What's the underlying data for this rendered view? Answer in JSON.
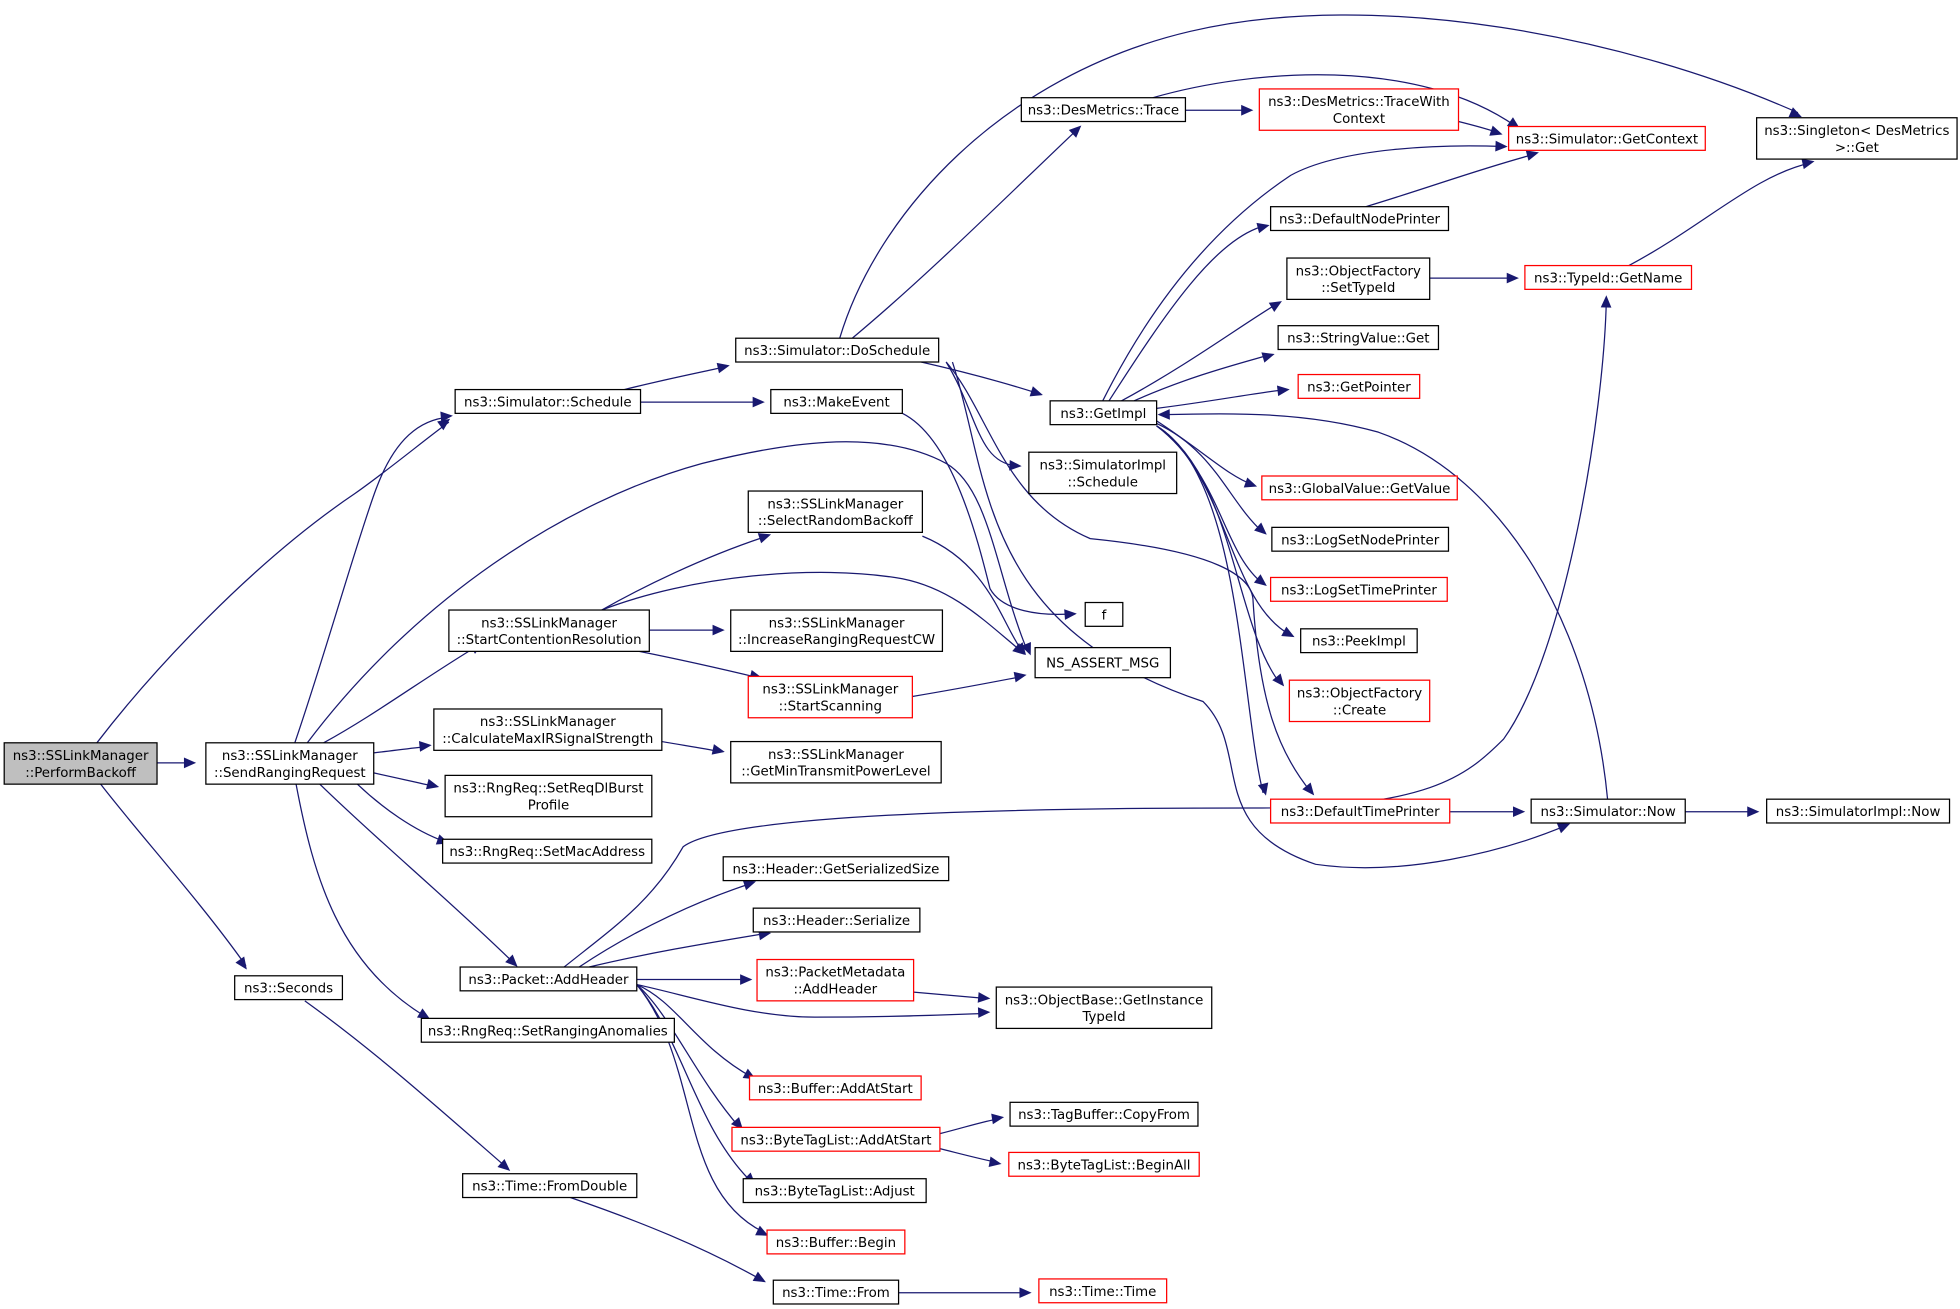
{
  "nodes": [
    {
      "id": "perform_backoff",
      "lines": [
        "ns3::SSLinkManager",
        "::PerformBackoff"
      ],
      "style": "root"
    },
    {
      "id": "send_ranging",
      "lines": [
        "ns3::SSLinkManager",
        "::SendRangingRequest"
      ],
      "style": "normal"
    },
    {
      "id": "seconds",
      "lines": [
        "ns3::Seconds"
      ],
      "style": "normal"
    },
    {
      "id": "sim_schedule",
      "lines": [
        "ns3::Simulator::Schedule"
      ],
      "style": "normal"
    },
    {
      "id": "start_contention",
      "lines": [
        "ns3::SSLinkManager",
        "::StartContentionResolution"
      ],
      "style": "normal"
    },
    {
      "id": "calc_max_ir",
      "lines": [
        "ns3::SSLinkManager",
        "::CalculateMaxIRSignalStrength"
      ],
      "style": "normal"
    },
    {
      "id": "set_req_dl",
      "lines": [
        "ns3::RngReq::SetReqDlBurst",
        "Profile"
      ],
      "style": "normal"
    },
    {
      "id": "set_mac",
      "lines": [
        "ns3::RngReq::SetMacAddress"
      ],
      "style": "normal"
    },
    {
      "id": "add_header",
      "lines": [
        "ns3::Packet::AddHeader"
      ],
      "style": "normal"
    },
    {
      "id": "set_ranging_anom",
      "lines": [
        "ns3::RngReq::SetRangingAnomalies"
      ],
      "style": "normal"
    },
    {
      "id": "from_double",
      "lines": [
        "ns3::Time::FromDouble"
      ],
      "style": "normal"
    },
    {
      "id": "do_schedule",
      "lines": [
        "ns3::Simulator::DoSchedule"
      ],
      "style": "normal"
    },
    {
      "id": "make_event",
      "lines": [
        "ns3::MakeEvent"
      ],
      "style": "normal"
    },
    {
      "id": "select_random",
      "lines": [
        "ns3::SSLinkManager",
        "::SelectRandomBackoff"
      ],
      "style": "normal"
    },
    {
      "id": "increase_ranging",
      "lines": [
        "ns3::SSLinkManager",
        "::IncreaseRangingRequestCW"
      ],
      "style": "normal"
    },
    {
      "id": "start_scanning",
      "lines": [
        "ns3::SSLinkManager",
        "::StartScanning"
      ],
      "style": "red"
    },
    {
      "id": "get_min_tx",
      "lines": [
        "ns3::SSLinkManager",
        "::GetMinTransmitPowerLevel"
      ],
      "style": "normal"
    },
    {
      "id": "hdr_get_size",
      "lines": [
        "ns3::Header::GetSerializedSize"
      ],
      "style": "normal"
    },
    {
      "id": "hdr_serialize",
      "lines": [
        "ns3::Header::Serialize"
      ],
      "style": "normal"
    },
    {
      "id": "pm_add_header",
      "lines": [
        "ns3::PacketMetadata",
        "::AddHeader"
      ],
      "style": "red"
    },
    {
      "id": "buf_add_start",
      "lines": [
        "ns3::Buffer::AddAtStart"
      ],
      "style": "red"
    },
    {
      "id": "btl_add_start",
      "lines": [
        "ns3::ByteTagList::AddAtStart"
      ],
      "style": "red"
    },
    {
      "id": "btl_adjust",
      "lines": [
        "ns3::ByteTagList::Adjust"
      ],
      "style": "normal"
    },
    {
      "id": "buf_begin",
      "lines": [
        "ns3::Buffer::Begin"
      ],
      "style": "red"
    },
    {
      "id": "time_from",
      "lines": [
        "ns3::Time::From"
      ],
      "style": "normal"
    },
    {
      "id": "des_trace",
      "lines": [
        "ns3::DesMetrics::Trace"
      ],
      "style": "normal"
    },
    {
      "id": "get_impl",
      "lines": [
        "ns3::GetImpl"
      ],
      "style": "normal"
    },
    {
      "id": "simimpl_schedule",
      "lines": [
        "ns3::SimulatorImpl",
        "::Schedule"
      ],
      "style": "normal"
    },
    {
      "id": "f",
      "lines": [
        "f"
      ],
      "style": "normal"
    },
    {
      "id": "ns_assert",
      "lines": [
        "NS_ASSERT_MSG"
      ],
      "style": "normal"
    },
    {
      "id": "ob_get_instance",
      "lines": [
        "ns3::ObjectBase::GetInstance",
        "TypeId"
      ],
      "style": "normal"
    },
    {
      "id": "tb_copy_from",
      "lines": [
        "ns3::TagBuffer::CopyFrom"
      ],
      "style": "normal"
    },
    {
      "id": "btl_begin_all",
      "lines": [
        "ns3::ByteTagList::BeginAll"
      ],
      "style": "red"
    },
    {
      "id": "time_time",
      "lines": [
        "ns3::Time::Time"
      ],
      "style": "red"
    },
    {
      "id": "des_trace_ctx",
      "lines": [
        "ns3::DesMetrics::TraceWith",
        "Context"
      ],
      "style": "red"
    },
    {
      "id": "default_node_printer",
      "lines": [
        "ns3::DefaultNodePrinter"
      ],
      "style": "normal"
    },
    {
      "id": "of_set_typeid",
      "lines": [
        "ns3::ObjectFactory",
        "::SetTypeId"
      ],
      "style": "normal"
    },
    {
      "id": "string_value_get",
      "lines": [
        "ns3::StringValue::Get"
      ],
      "style": "normal"
    },
    {
      "id": "get_pointer",
      "lines": [
        "ns3::GetPointer"
      ],
      "style": "red"
    },
    {
      "id": "global_value_get",
      "lines": [
        "ns3::GlobalValue::GetValue"
      ],
      "style": "red"
    },
    {
      "id": "log_set_node",
      "lines": [
        "ns3::LogSetNodePrinter"
      ],
      "style": "normal"
    },
    {
      "id": "log_set_time",
      "lines": [
        "ns3::LogSetTimePrinter"
      ],
      "style": "red"
    },
    {
      "id": "peek_impl",
      "lines": [
        "ns3::PeekImpl"
      ],
      "style": "normal"
    },
    {
      "id": "of_create",
      "lines": [
        "ns3::ObjectFactory",
        "::Create"
      ],
      "style": "red"
    },
    {
      "id": "default_time_printer",
      "lines": [
        "ns3::DefaultTimePrinter"
      ],
      "style": "red"
    },
    {
      "id": "sim_get_context",
      "lines": [
        "ns3::Simulator::GetContext"
      ],
      "style": "red"
    },
    {
      "id": "typeid_get_name",
      "lines": [
        "ns3::TypeId::GetName"
      ],
      "style": "red"
    },
    {
      "id": "sim_now",
      "lines": [
        "ns3::Simulator::Now"
      ],
      "style": "normal"
    },
    {
      "id": "singleton_get",
      "lines": [
        "ns3::Singleton< DesMetrics",
        ">::Get"
      ],
      "style": "normal"
    },
    {
      "id": "simimpl_now",
      "lines": [
        "ns3::SimulatorImpl::Now"
      ],
      "style": "normal"
    }
  ]
}
